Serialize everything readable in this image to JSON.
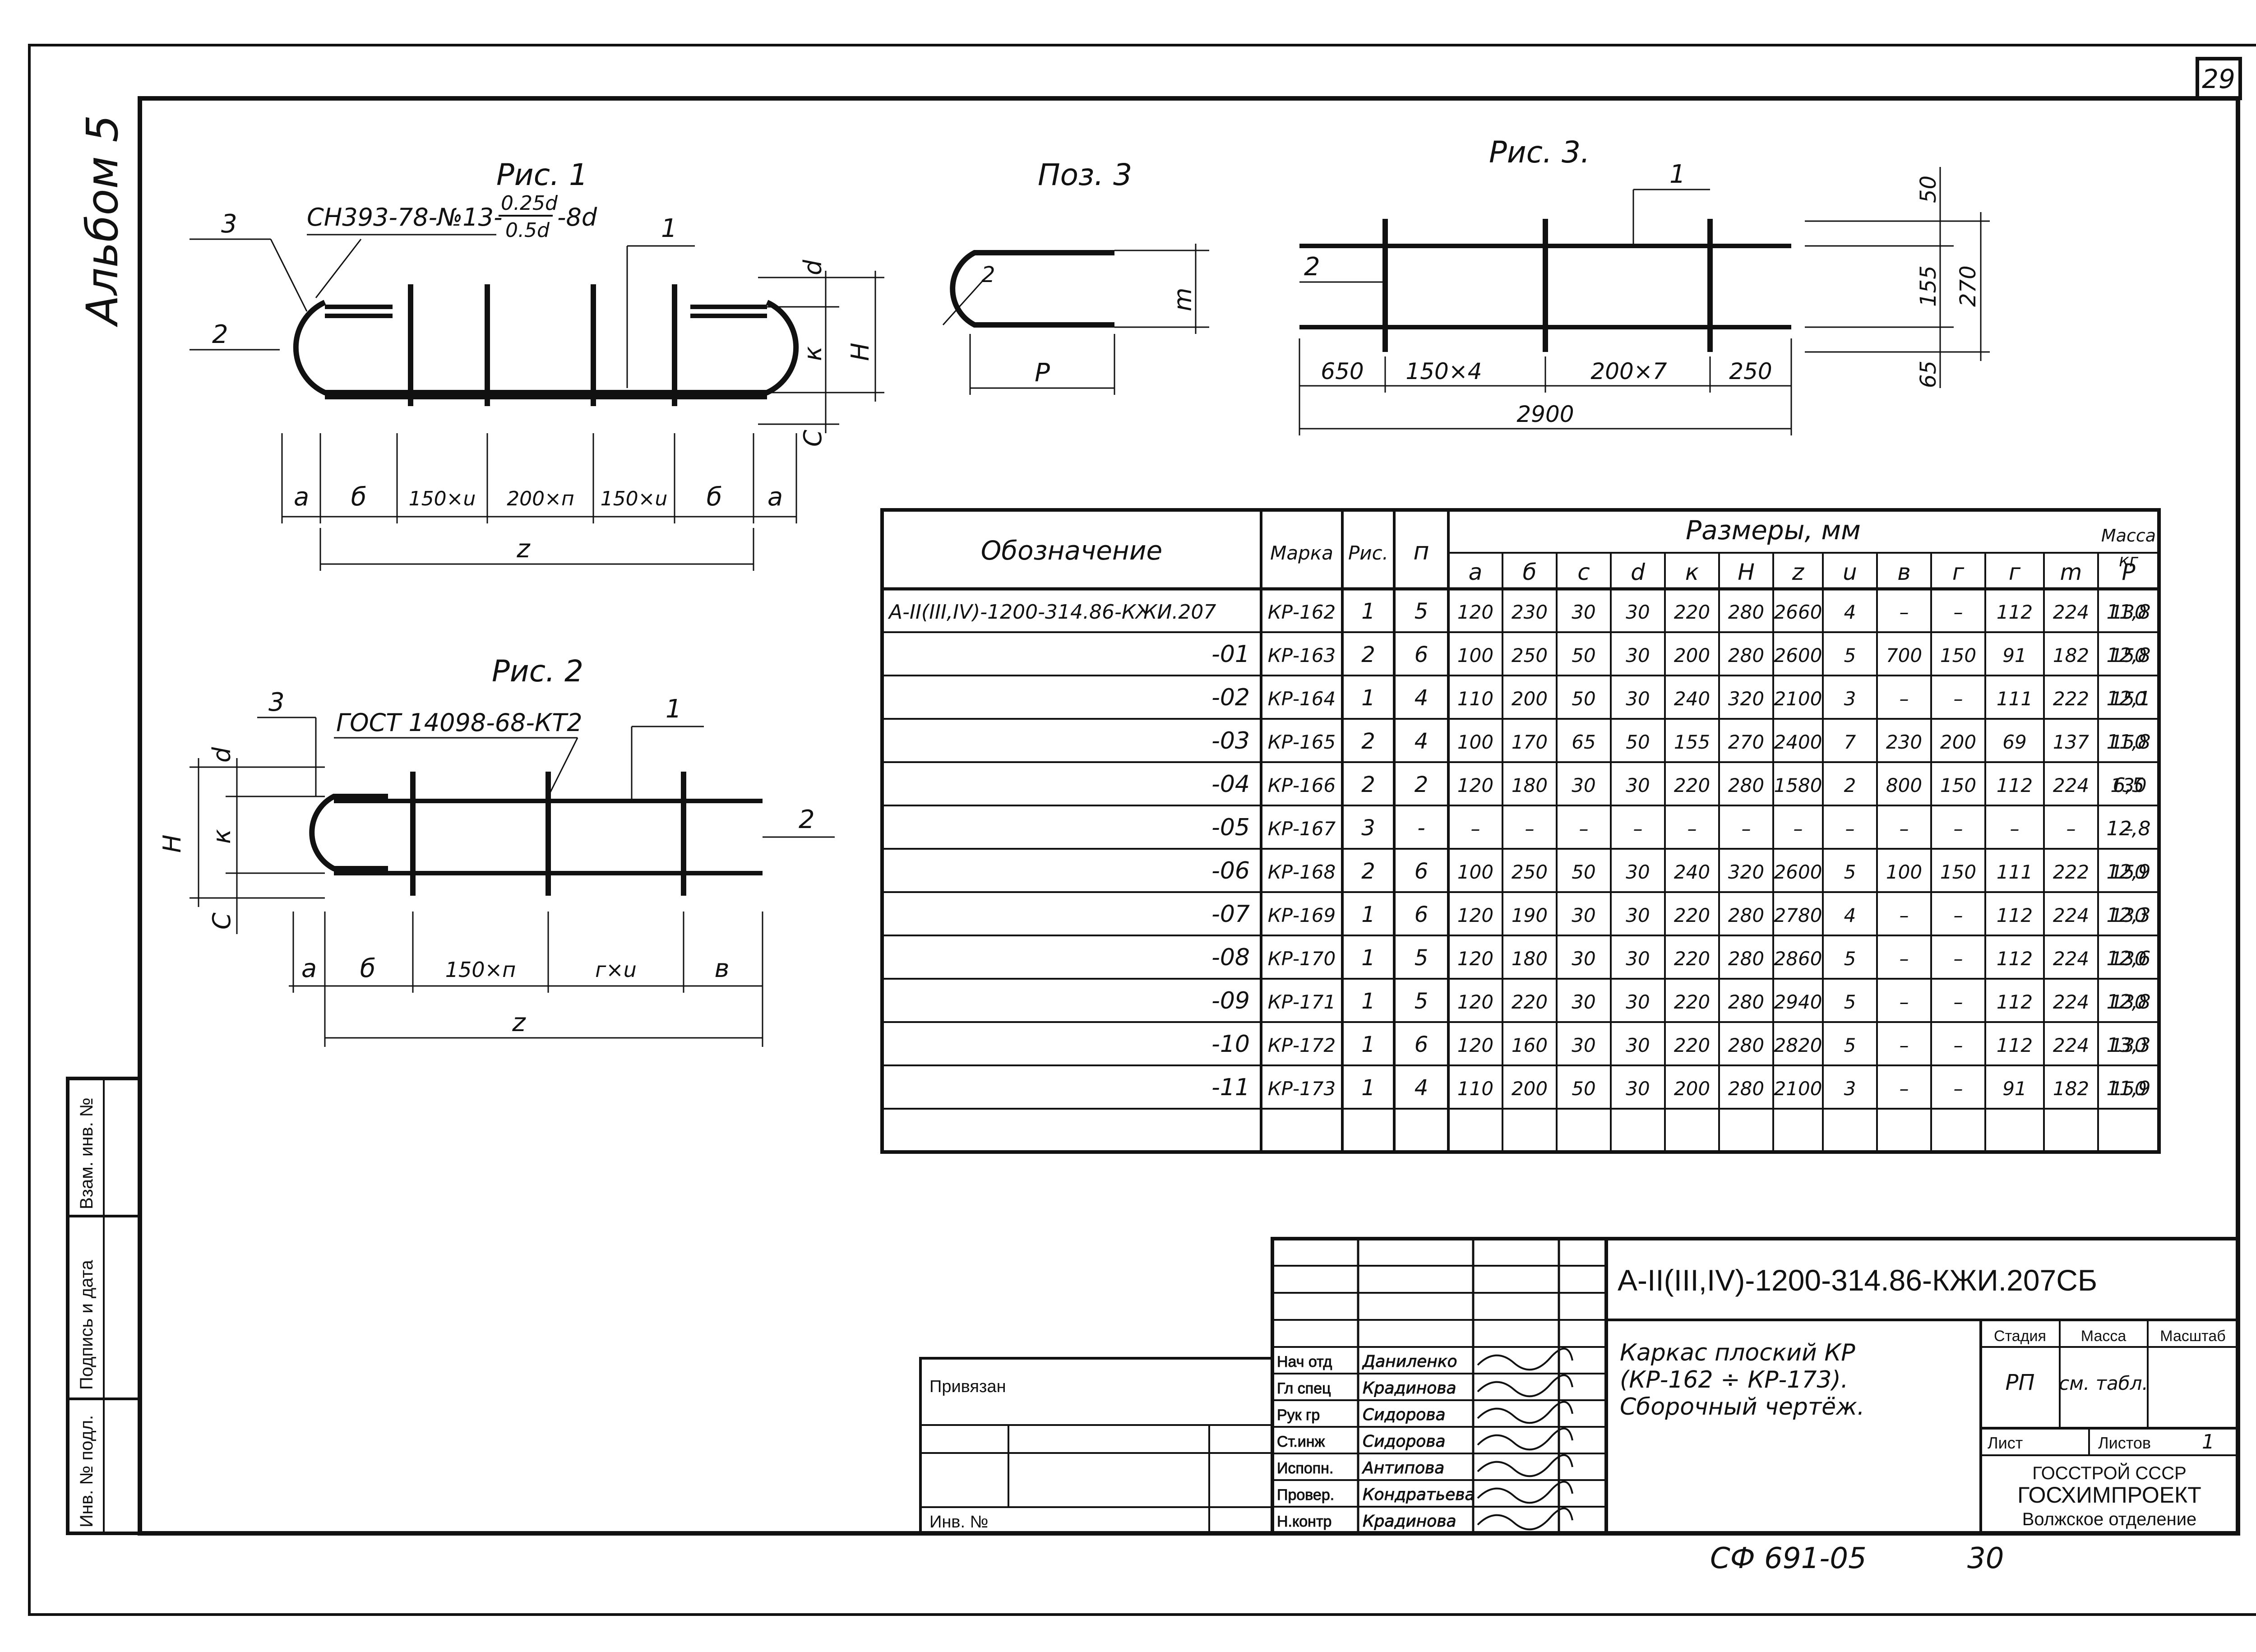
{
  "sheet_number": "29",
  "album": "Альбом 5",
  "fig1": {
    "title": "Рис. 1",
    "standard_prefix": "СН393-78-№13-",
    "fraction_num": "0.25d",
    "fraction_den": "0.5d",
    "standard_suffix": "-8d",
    "labels": {
      "pos3": "3",
      "pos1": "1",
      "pos2": "2",
      "d": "d",
      "k": "к",
      "h": "Н",
      "c": "С"
    },
    "dims": [
      "a",
      "б",
      "150×u",
      "200×п",
      "150×u",
      "б",
      "a"
    ],
    "total": "z"
  },
  "fig2": {
    "title": "Рис. 2",
    "standard": "ГОСТ 14098-68-КТ2",
    "labels": {
      "pos3": "3",
      "pos1": "1",
      "pos2": "2",
      "d": "d",
      "k": "к",
      "h": "Н",
      "c": "С"
    },
    "dims": [
      "a",
      "б",
      "150×п",
      "г×u",
      "в"
    ],
    "total": "z"
  },
  "pos3": {
    "title": "Поз. 3",
    "r": "2",
    "p": "Р",
    "m": "m"
  },
  "fig3": {
    "title": "Рис. 3.",
    "labels": {
      "pos1": "1",
      "pos2": "2"
    },
    "dims": [
      "650",
      "150×4",
      "200×7",
      "250"
    ],
    "total": "2900",
    "vert": [
      "50",
      "155",
      "65"
    ],
    "vert_total": "270"
  },
  "table": {
    "h_designation": "Обозначение",
    "h_mark": "Марка",
    "h_fig": "Рис.",
    "h_n": "п",
    "h_sizes": "Размеры, мм",
    "h_mass": "Масса кг",
    "size_cols": [
      "a",
      "б",
      "с",
      "d",
      "к",
      "Н",
      "z",
      "u",
      "в",
      "г",
      "г",
      "m",
      "Р"
    ],
    "rows": [
      {
        "d": "А-II(III,IV)-1200-314.86-КЖИ.207",
        "mark": "КР-162",
        "fig": "1",
        "n": "5",
        "v": [
          "120",
          "230",
          "30",
          "30",
          "220",
          "280",
          "2660",
          "4",
          "–",
          "–",
          "112",
          "224",
          "130"
        ],
        "mass": "11,8"
      },
      {
        "d": "-01",
        "mark": "КР-163",
        "fig": "2",
        "n": "6",
        "v": [
          "100",
          "250",
          "50",
          "30",
          "200",
          "280",
          "2600",
          "5",
          "700",
          "150",
          "91",
          "182",
          "150"
        ],
        "mass": "12,8"
      },
      {
        "d": "-02",
        "mark": "КР-164",
        "fig": "1",
        "n": "4",
        "v": [
          "110",
          "200",
          "50",
          "30",
          "240",
          "320",
          "2100",
          "3",
          "–",
          "–",
          "111",
          "222",
          "150"
        ],
        "mass": "12,1"
      },
      {
        "d": "-03",
        "mark": "КР-165",
        "fig": "2",
        "n": "4",
        "v": [
          "100",
          "170",
          "65",
          "50",
          "155",
          "270",
          "2400",
          "7",
          "230",
          "200",
          "69",
          "137",
          "150"
        ],
        "mass": "11,8"
      },
      {
        "d": "-04",
        "mark": "КР-166",
        "fig": "2",
        "n": "2",
        "v": [
          "120",
          "180",
          "30",
          "30",
          "220",
          "280",
          "1580",
          "2",
          "800",
          "150",
          "112",
          "224",
          "130"
        ],
        "mass": "6,5"
      },
      {
        "d": "-05",
        "mark": "КР-167",
        "fig": "3",
        "n": "-",
        "v": [
          "–",
          "–",
          "–",
          "–",
          "–",
          "–",
          "–",
          "–",
          "–",
          "–",
          "–",
          "–",
          "–"
        ],
        "mass": "12,8"
      },
      {
        "d": "-06",
        "mark": "КР-168",
        "fig": "2",
        "n": "6",
        "v": [
          "100",
          "250",
          "50",
          "30",
          "240",
          "320",
          "2600",
          "5",
          "100",
          "150",
          "111",
          "222",
          "150"
        ],
        "mass": "12,9"
      },
      {
        "d": "-07",
        "mark": "КР-169",
        "fig": "1",
        "n": "6",
        "v": [
          "120",
          "190",
          "30",
          "30",
          "220",
          "280",
          "2780",
          "4",
          "–",
          "–",
          "112",
          "224",
          "130"
        ],
        "mass": "12,3"
      },
      {
        "d": "-08",
        "mark": "КР-170",
        "fig": "1",
        "n": "5",
        "v": [
          "120",
          "180",
          "30",
          "30",
          "220",
          "280",
          "2860",
          "5",
          "–",
          "–",
          "112",
          "224",
          "130"
        ],
        "mass": "12,6"
      },
      {
        "d": "-09",
        "mark": "КР-171",
        "fig": "1",
        "n": "5",
        "v": [
          "120",
          "220",
          "30",
          "30",
          "220",
          "280",
          "2940",
          "5",
          "–",
          "–",
          "112",
          "224",
          "130"
        ],
        "mass": "12,8"
      },
      {
        "d": "-10",
        "mark": "КР-172",
        "fig": "1",
        "n": "6",
        "v": [
          "120",
          "160",
          "30",
          "30",
          "220",
          "280",
          "2820",
          "5",
          "–",
          "–",
          "112",
          "224",
          "130"
        ],
        "mass": "13,3"
      },
      {
        "d": "-11",
        "mark": "КР-173",
        "fig": "1",
        "n": "4",
        "v": [
          "110",
          "200",
          "50",
          "30",
          "200",
          "280",
          "2100",
          "3",
          "–",
          "–",
          "91",
          "182",
          "150"
        ],
        "mass": "11,9"
      }
    ]
  },
  "side_stamp": [
    "Взам. инв. №",
    "Подпись и дата",
    "Инв. № подл."
  ],
  "title_block": {
    "code": "А-II(III,IV)-1200-314.86-КЖИ.207СБ",
    "title_lines": [
      "Каркас плоский КР",
      "(КР-162 ÷ КР-173).",
      "Сборочный чертёж."
    ],
    "stage_label": "Стадия",
    "stage_value": "РП",
    "mass_label": "Масса",
    "mass_value": "см. табл.",
    "scale_label": "Масштаб",
    "sheet_label": "Лист",
    "sheets_label": "Листов",
    "sheets_value": "1",
    "org1": "ГОССТРОЙ СССР",
    "org2": "ГОСХИМПРОЕКТ",
    "org3": "Волжское отделение",
    "privyazan": "Привязан",
    "inv_no": "Инв. №",
    "roles": [
      "Нач отд",
      "Гл спец",
      "Рук гр",
      "Ст.инж",
      "Испопн.",
      "Провер.",
      "Н.контр"
    ],
    "names": [
      "Даниленко",
      "Крадинова",
      "Сидорова",
      "Сидорова",
      "Антипова",
      "Кондратьева",
      "Крадинова"
    ]
  },
  "bottom_note": "СФ 691-05",
  "bottom_page": "30"
}
